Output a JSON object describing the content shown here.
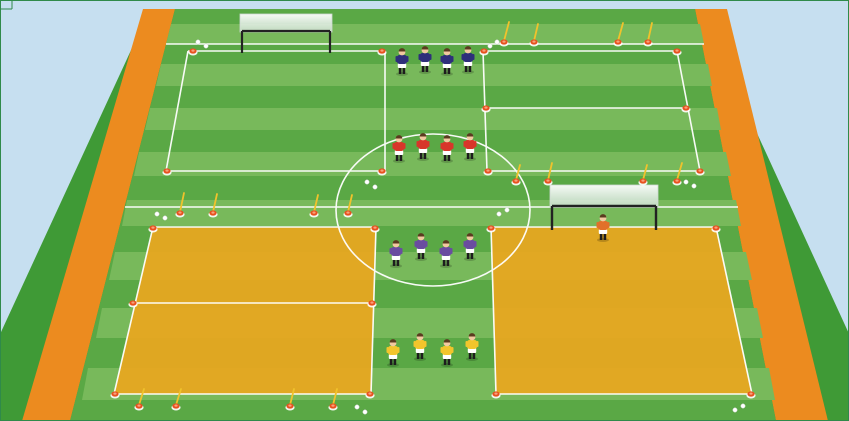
{
  "colors": {
    "sky": "#c6dff0",
    "frame": "#2f8a4a",
    "grass_outer": "#3f9a36",
    "track": "#ec8b1f",
    "pitch_dark": "#5aa845",
    "pitch_light": "#7bbd5f",
    "line": "#ffffff",
    "zone": "#e9a71f",
    "cone": "#e8501e",
    "pole": "#f0c22c",
    "team_red": "#d8362a",
    "team_blue": "#2e2f7a",
    "team_purple": "#6a4da0",
    "team_yellow": "#f2c52c",
    "keeper": "#e0702a",
    "ball": "#ffffff"
  },
  "teams": [
    {
      "id": "blue",
      "count": 4
    },
    {
      "id": "red",
      "count": 4
    },
    {
      "id": "purple",
      "count": 4
    },
    {
      "id": "yellow",
      "count": 4
    },
    {
      "id": "keeper",
      "count": 1
    }
  ],
  "goals": [
    {
      "id": "goal-top-left"
    },
    {
      "id": "goal-right"
    }
  ],
  "zones": [
    {
      "id": "orange-zone-left"
    },
    {
      "id": "orange-zone-right"
    }
  ]
}
